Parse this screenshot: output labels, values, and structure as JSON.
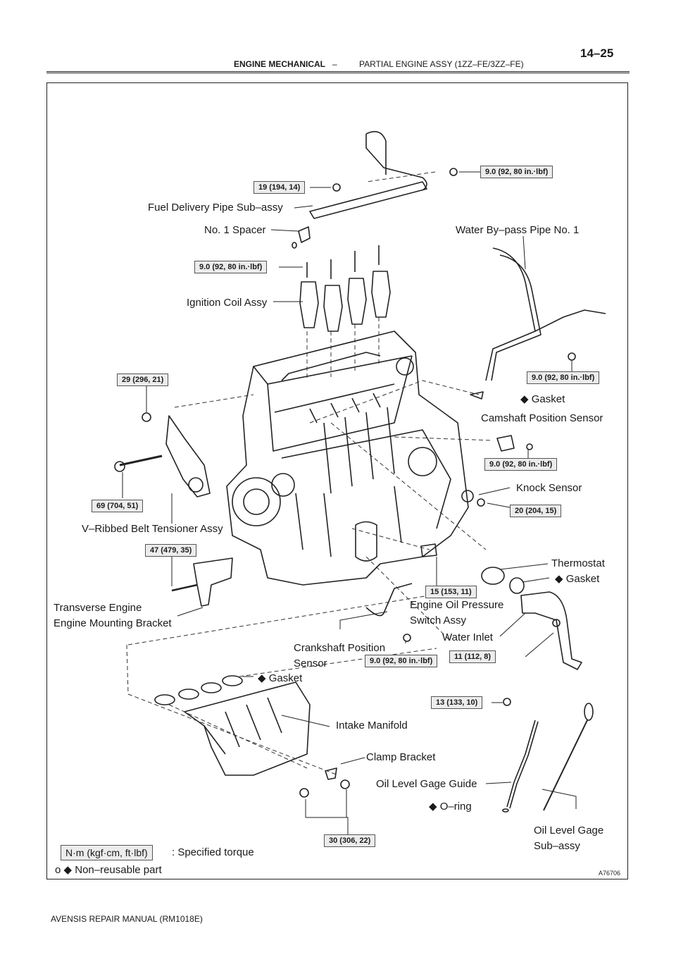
{
  "header": {
    "section": "ENGINE MECHANICAL",
    "separator": "–",
    "subsection": "PARTIAL ENGINE ASSY (1ZZ–FE/3ZZ–FE)",
    "page": "14–25"
  },
  "footer": {
    "manual": "AVENSIS REPAIR MANUAL   (RM1018E)"
  },
  "figure_code": "A76706",
  "labels": {
    "fuel_delivery_pipe": "Fuel Delivery Pipe Sub–assy",
    "no1_spacer": "No. 1 Spacer",
    "water_bypass_pipe": "Water By–pass Pipe No. 1",
    "ignition_coil": "Ignition Coil Assy",
    "gasket_upper": "Gasket",
    "camshaft_sensor": "Camshaft Position Sensor",
    "knock_sensor": "Knock Sensor",
    "tensioner": "V–Ribbed Belt Tensioner Assy",
    "thermostat": "Thermostat",
    "gasket_thermostat": "Gasket",
    "transverse_1": "Transverse Engine",
    "transverse_2": "Engine Mounting Bracket",
    "oil_pressure_1": "Engine Oil Pressure",
    "oil_pressure_2": "Switch Assy",
    "water_inlet": "Water Inlet",
    "crank_sensor_1": "Crankshaft Position",
    "crank_sensor_2": "Sensor",
    "gasket_intake": "Gasket",
    "intake_manifold": "Intake Manifold",
    "clamp_bracket": "Clamp Bracket",
    "oil_gage_guide": "Oil Level Gage Guide",
    "o_ring": "O–ring",
    "oil_gage_1": "Oil Level Gage",
    "oil_gage_2": "Sub–assy"
  },
  "torques": {
    "t_fuel_right": "9.0 (92, 80 in.·lbf)",
    "t_fuel_left": "19 (194, 14)",
    "t_coil": "9.0 (92, 80 in.·lbf)",
    "t_water_pipe": "9.0 (92, 80 in.·lbf)",
    "t_tensioner_top": "29 (296, 21)",
    "t_camshaft": "9.0 (92, 80 in.·lbf)",
    "t_tensioner_bolt": "69 (704, 51)",
    "t_knock": "20 (204, 15)",
    "t_mount": "47 (479, 35)",
    "t_oil_pressure": "15 (153, 11)",
    "t_crank": "9.0 (92, 80 in.·lbf)",
    "t_water_inlet": "11 (112, 8)",
    "t_gage_guide": "13 (133, 10)",
    "t_intake": "30 (306, 22)"
  },
  "legend": {
    "unit_box": "N·m (kgf·cm, ft·lbf)",
    "specified": ": Specified torque",
    "nonreusable_mark": "o",
    "nonreusable": "Non–reusable part"
  },
  "symbols": {
    "diamond": "◆"
  }
}
